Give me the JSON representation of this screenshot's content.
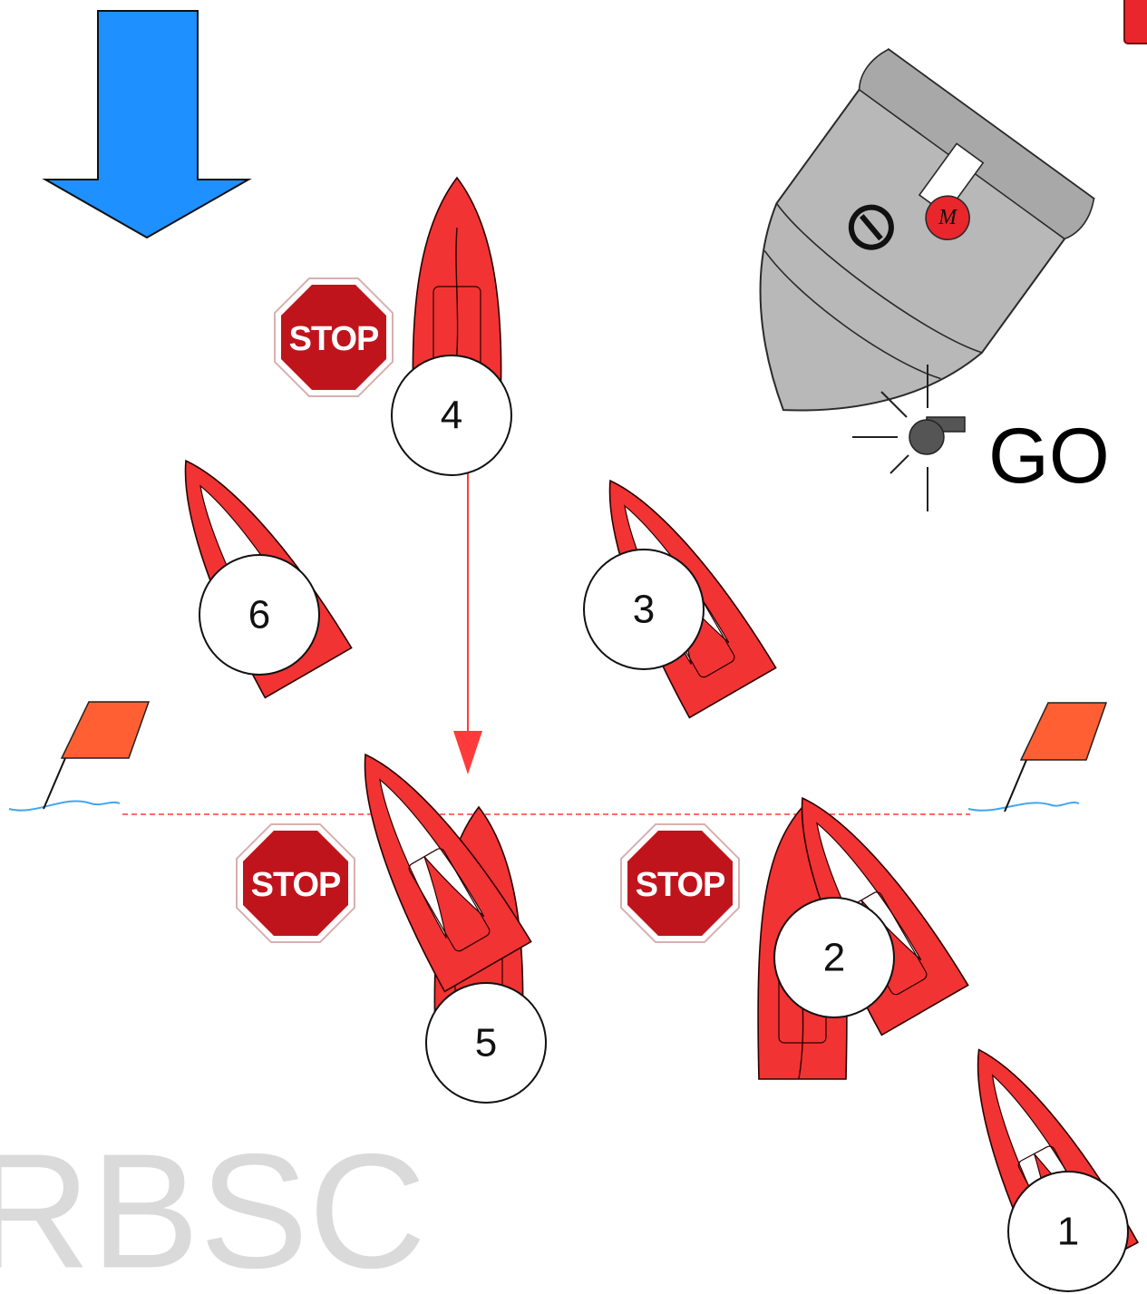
{
  "boats": [
    {
      "number": "4",
      "stopped": true
    },
    {
      "number": "6",
      "stopped": false
    },
    {
      "number": "3",
      "stopped": false
    },
    {
      "number": "5",
      "stopped": true
    },
    {
      "number": "2",
      "stopped": true
    },
    {
      "number": "1",
      "stopped": false
    }
  ],
  "stop_sign_text": "STOP",
  "go_label": "GO",
  "committee_boat_mark": "M",
  "watermark": "RBSC",
  "colors": {
    "boat_red": "#f23333",
    "wind_arrow_blue": "#1e90ff",
    "flag_orange": "#ff5f32",
    "stop_sign_red": "#c0141c",
    "committee_boat_grey": "#b8b8b8",
    "start_line": "#ff3a3a",
    "water": "#41a6f0"
  },
  "icons": {
    "wind": "wind-direction-arrow-icon",
    "pin": "pin-end-flag-icon",
    "committee_flag": "committee-boat-flag-icon",
    "signal": "whistle-icon"
  }
}
